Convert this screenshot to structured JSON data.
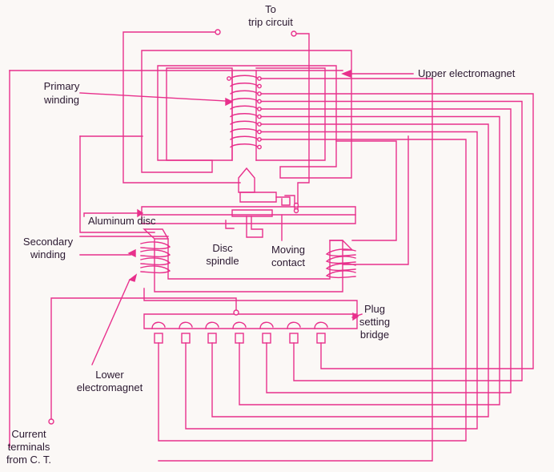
{
  "colors": {
    "line": "#e8308c",
    "text": "#2a1830",
    "background": "#fbf8f6"
  },
  "labels": {
    "to": "To",
    "trip_circuit": "trip circuit",
    "upper_electromagnet": "Upper electromagnet",
    "primary_winding_1": "Primary",
    "primary_winding_2": "winding",
    "aluminum_disc": "Aluminum disc",
    "secondary_winding_1": "Secondary",
    "secondary_winding_2": "winding",
    "disc_spindle_1": "Disc",
    "disc_spindle_2": "spindle",
    "moving_contact_1": "Moving",
    "moving_contact_2": "contact",
    "plug_setting_1": "Plug",
    "plug_setting_2": "setting",
    "plug_setting_3": "bridge",
    "lower_electromagnet_1": "Lower",
    "lower_electromagnet_2": "electromagnet",
    "current_terminals_1": "Current",
    "current_terminals_2": "terminals",
    "current_terminals_3": "from C. T."
  }
}
